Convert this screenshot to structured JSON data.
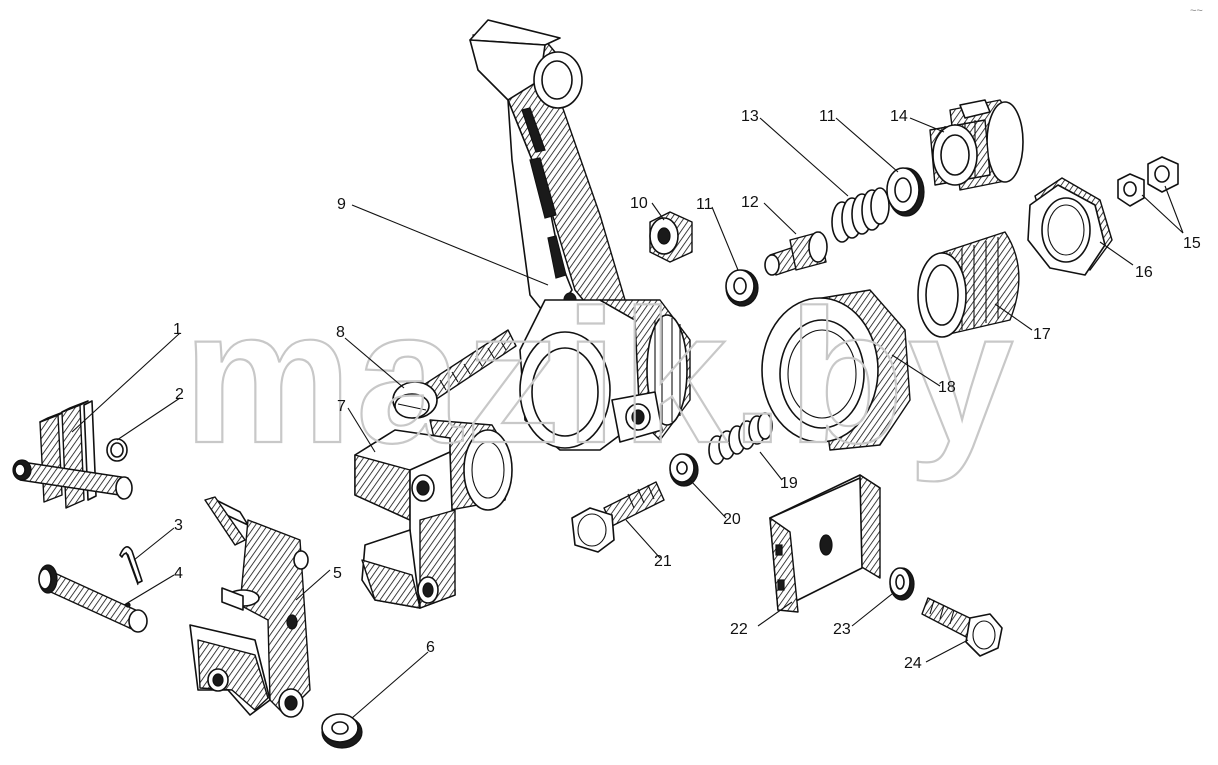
{
  "watermark": "mazik.by",
  "corner_mark": "~~",
  "callouts": {
    "c1": "1",
    "c2": "2",
    "c3": "3",
    "c4": "4",
    "c5": "5",
    "c6": "6",
    "c7": "7",
    "c8": "8",
    "c9": "9",
    "c10": "10",
    "c11a": "11",
    "c11b": "11",
    "c12": "12",
    "c13": "13",
    "c14": "14",
    "c15": "15",
    "c16": "16",
    "c17": "17",
    "c18": "18",
    "c19": "19",
    "c20": "20",
    "c21": "21",
    "c22": "22",
    "c23": "23",
    "c24": "24"
  }
}
